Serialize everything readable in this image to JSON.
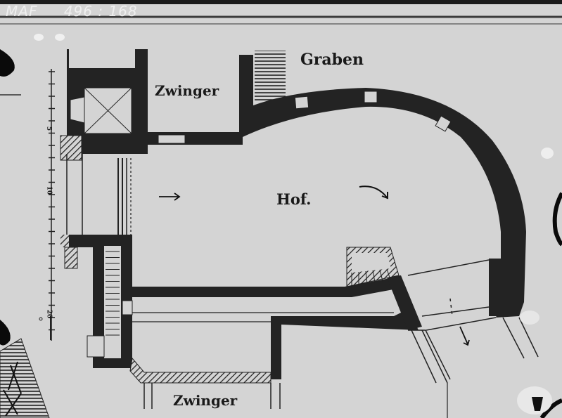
{
  "archive_mark": {
    "prefix": "MAF",
    "number": "496 : 168"
  },
  "plan": {
    "labels": {
      "graben": "Graben",
      "zwinger_top": "Zwinger",
      "hof": "Hof.",
      "zwinger_bottom": "Zwinger"
    },
    "scale_bar": {
      "ticks": [
        "5",
        "10",
        "20"
      ],
      "tick_count": 22
    },
    "arrows": [
      "arrow-right",
      "arrow-curved-right",
      "arrow-down-right"
    ]
  },
  "colors": {
    "paper": "#d4d4d4",
    "wall": "#232323",
    "ink": "#1a1a1a",
    "edge": "#0a0a0a"
  }
}
